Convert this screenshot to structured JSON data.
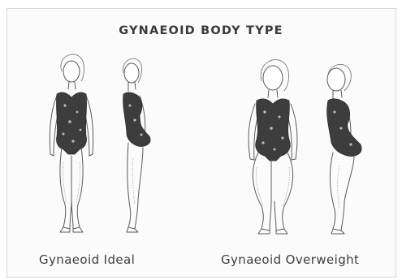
{
  "title": "GYNAEOID BODY TYPE",
  "captions": {
    "ideal": "Gynaeoid Ideal",
    "overweight": "Gynaeoid Overweight"
  },
  "figures": [
    {
      "label": "ideal-front",
      "icon": "woman-front-silhouette"
    },
    {
      "label": "ideal-side",
      "icon": "woman-side-silhouette"
    },
    {
      "label": "overweight-front",
      "icon": "woman-front-silhouette"
    },
    {
      "label": "overweight-side",
      "icon": "woman-side-silhouette"
    }
  ],
  "colors": {
    "swimsuit": "#3d3d3d",
    "line": "#5a5a5a",
    "text": "#3d3d3d"
  }
}
